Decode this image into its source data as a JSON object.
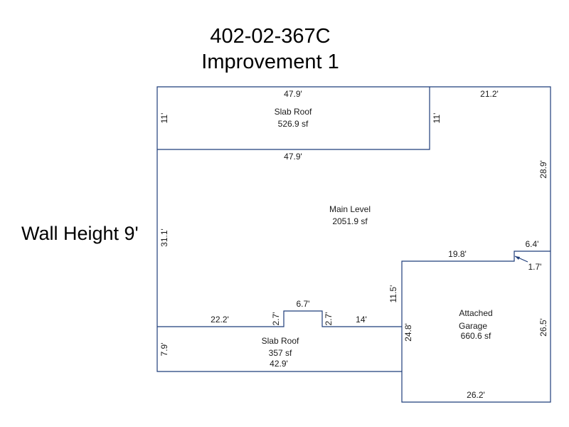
{
  "header": {
    "parcel": "402-02-367C",
    "improvement": "Improvement 1"
  },
  "wall_height": "Wall Height 9'",
  "colors": {
    "wall": "#1f3d7a",
    "text": "#1a1a1a"
  },
  "areas": {
    "slab_top": {
      "name": "Slab Roof",
      "size": "526.9 sf"
    },
    "main": {
      "name": "Main Level",
      "size": "2051.9 sf"
    },
    "garage": {
      "name_line1": "Attached",
      "name_line2": "Garage",
      "size": "660.6 sf"
    },
    "slab_bottom": {
      "name": "Slab Roof",
      "size": "357 sf"
    }
  },
  "dimensions": {
    "top_slab_top": "47.9'",
    "top_slab_bottom": "47.9'",
    "top_slab_left": "11'",
    "top_slab_right": "11'",
    "top_right": "21.2'",
    "right_upper": "28.9'",
    "main_left": "31.1'",
    "notch_top": "6.4'",
    "notch_side": "1.7'",
    "garage_top": "19.8'",
    "garage_left_upper": "11.5'",
    "garage_left_lower": "24.8'",
    "garage_right": "26.5'",
    "garage_bottom": "26.2'",
    "bump_top": "6.7'",
    "bump_left": "2.7'",
    "bump_right": "2.7'",
    "lower_left_run": "22.2'",
    "lower_right_run": "14'",
    "bottom_slab_left": "7.9'",
    "bottom_slab_bottom": "42.9'"
  }
}
